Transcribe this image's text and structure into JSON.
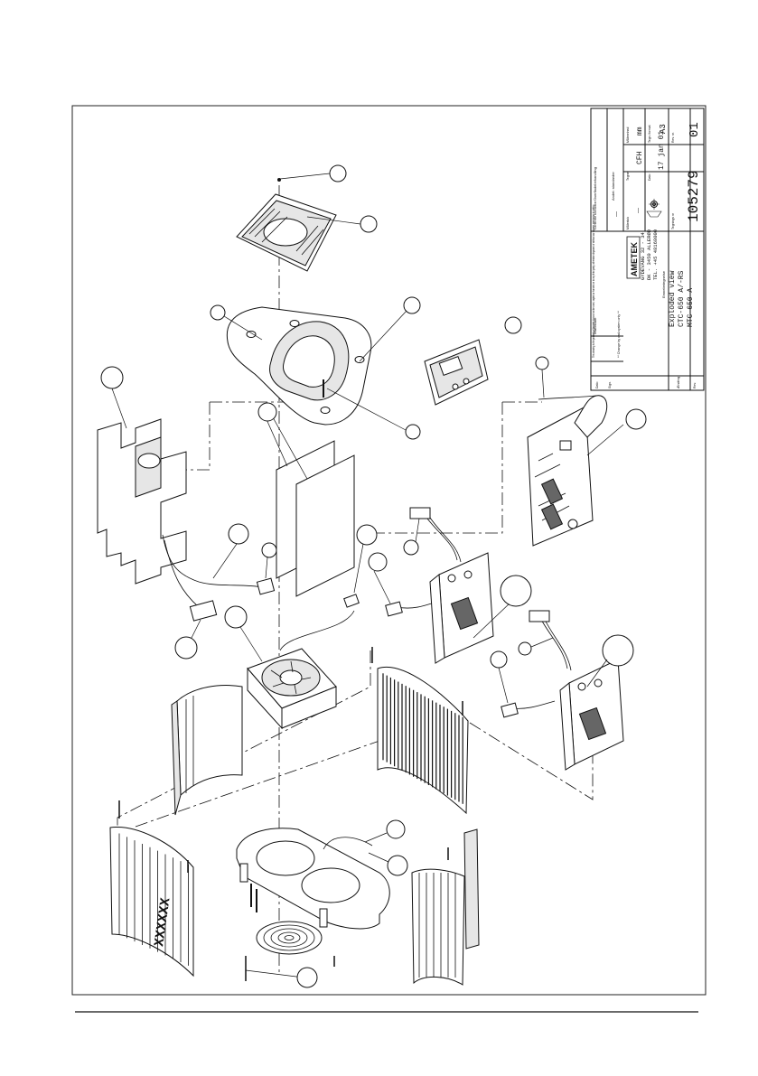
{
  "title_block": {
    "rotated_note": "This drawing is the property of Ametek. It must not be used, copied or handed on to any third party, otherwise disposed of without our express permission in writing.",
    "change_note": "** Change by cad-system only **",
    "lbl_materiale": "Materiale",
    "lbl_overflade": "Overfladebehandling",
    "val_overflade": "Andet: standarder",
    "lbl_generelle": "Generelle tolerancer",
    "val_generelle": "—",
    "lbl_maalestok": "Målestok",
    "val_maalestok": "—",
    "lbl_tegner": "Tegner",
    "val_tegner": "CFH",
    "lbl_dato": "Dato",
    "val_dato": "17 jan 01",
    "lbl_maaleenhed": "Måleenhed",
    "val_maaleenhed": "mm",
    "lbl_format": "Tegn. format",
    "val_format": "A3",
    "company": "AMETEK",
    "address_1": "GYDEVANG 32 - 34",
    "address_2": "DK - 3450 ALLERØD",
    "address_3": "TEL. +45 48168000",
    "lbl_emne": "Emnebetegnelse",
    "emne_1": "Exploded view",
    "emne_2": "CTC-650 A/-RS",
    "emne_3": "MTC-650 A",
    "lbl_tegningsnr": "Tegnings nr",
    "tegningsnr": "105279",
    "lbl_rev": "Rev. nr.",
    "rev": "01",
    "rev_col_1": "Rev.",
    "rev_col_2": "Ændring",
    "rev_col_3": "Dato",
    "rev_col_4": "Sign."
  },
  "marking": "XXXXXX",
  "icons": [
    "projection-symbol-icon",
    "ametek-logo"
  ]
}
